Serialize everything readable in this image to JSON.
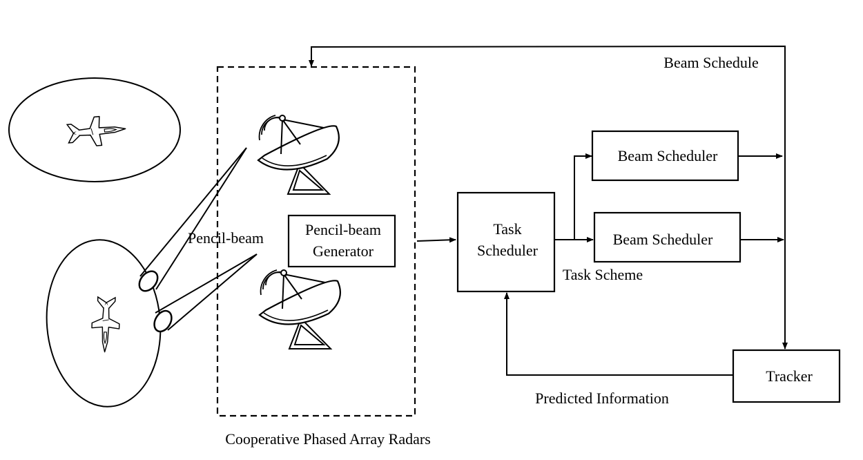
{
  "labels": {
    "beam_schedule": "Beam Schedule",
    "pencil_beam": "Pencil-beam",
    "task_scheme": "Task Scheme",
    "predicted_information": "Predicted Information",
    "cooperative_radars": "Cooperative Phased Array Radars"
  },
  "blocks": {
    "pencil_beam_generator": {
      "line1": "Pencil-beam",
      "line2": "Generator"
    },
    "task_scheduler": {
      "line1": "Task",
      "line2": "Scheduler"
    },
    "beam_scheduler_1": "Beam Scheduler",
    "beam_scheduler_2": "Beam Scheduler",
    "tracker": "Tracker"
  },
  "icons": {
    "aircraft": "fighter-jet-icon",
    "radar": "radar-dish-icon"
  }
}
